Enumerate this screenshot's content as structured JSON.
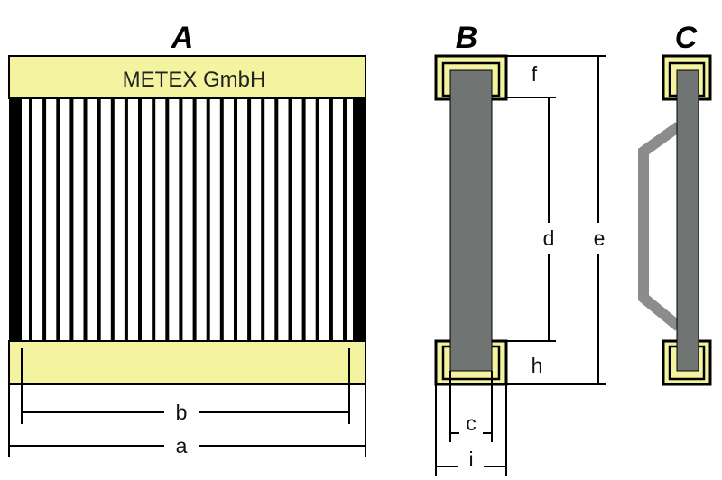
{
  "colors": {
    "yellow_fill": "#f4f4a0",
    "frame_gray": "#707473",
    "brace_gray": "#8a8d8c",
    "outline": "#000000",
    "background": "#ffffff"
  },
  "panels": {
    "a": {
      "title": "A",
      "brand_text": "METEX GmbH"
    },
    "b": {
      "title": "B"
    },
    "c": {
      "title": "C"
    }
  },
  "dimensions": {
    "a": "a",
    "b": "b",
    "c": "c",
    "d": "d",
    "e": "e",
    "f": "f",
    "h": "h",
    "i": "i"
  }
}
